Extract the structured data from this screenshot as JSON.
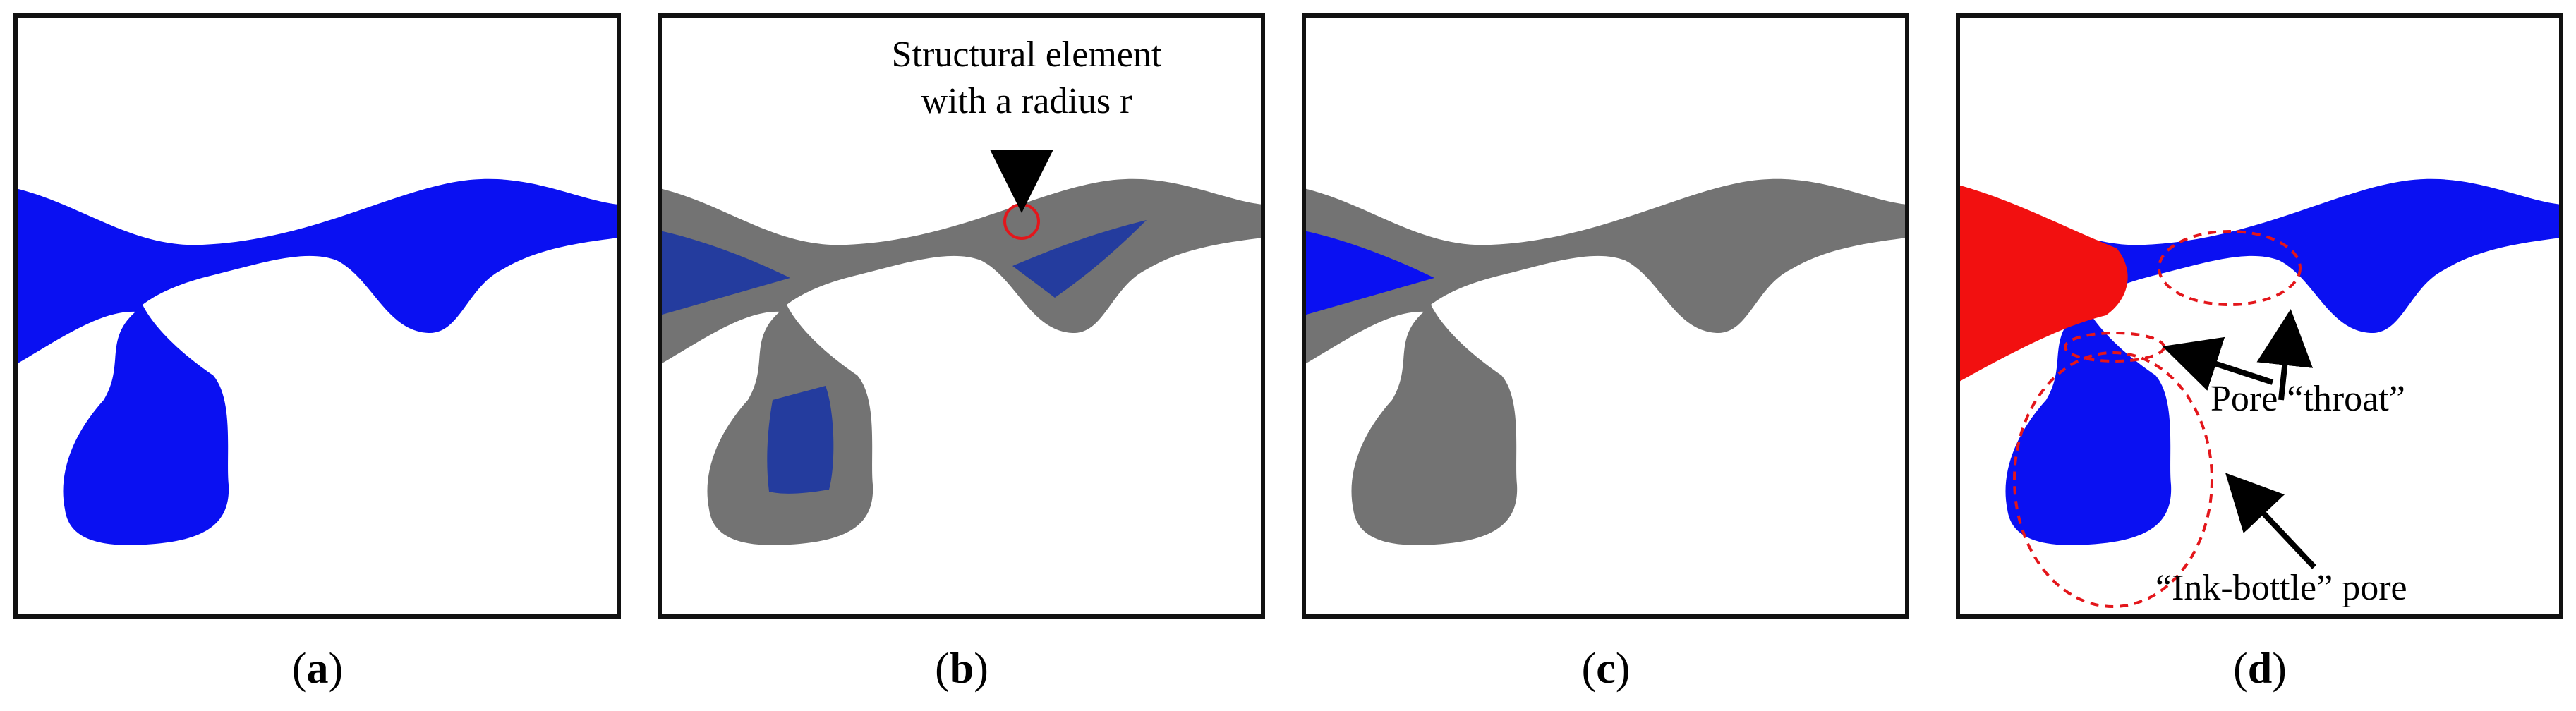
{
  "figure": {
    "panels": [
      {
        "id": "a",
        "caption_open": "(",
        "caption_letter": "a",
        "caption_close": ")"
      },
      {
        "id": "b",
        "caption_open": "(",
        "caption_letter": "b",
        "caption_close": ")"
      },
      {
        "id": "c",
        "caption_open": "(",
        "caption_letter": "c",
        "caption_close": ")"
      },
      {
        "id": "d",
        "caption_open": "(",
        "caption_letter": "d",
        "caption_close": ")"
      }
    ],
    "annotations": {
      "structural_line1": "Structural element",
      "structural_line2": "with a radius r",
      "throat": "Pore “throat”",
      "ink_bottle": "“Ink-bottle” pore"
    },
    "colors": {
      "pore": "#0a10f2",
      "eroded": "#737373",
      "core": "#243c9e",
      "invaded": "#f21010",
      "marker": "#e3161b",
      "frame": "#111111"
    }
  }
}
